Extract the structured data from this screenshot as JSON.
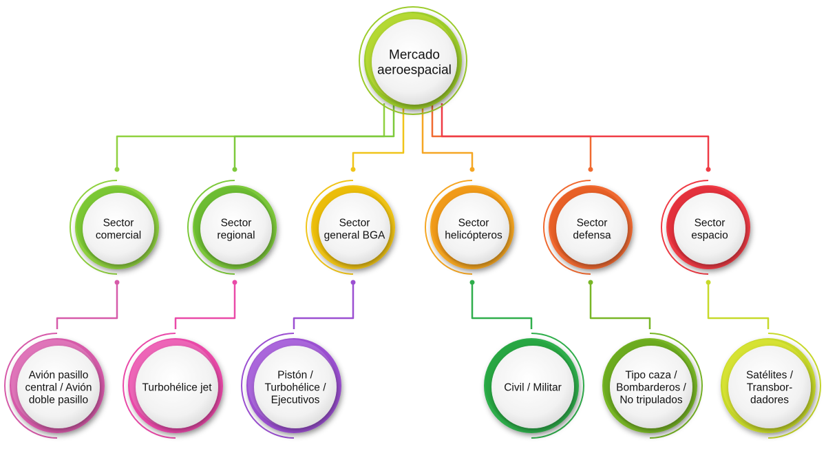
{
  "root": {
    "lines": [
      "Mercado",
      "aeroespacial"
    ],
    "color": "#9ccc2c",
    "accent": "#c8e23a"
  },
  "sectors": [
    {
      "lines": [
        "Sector",
        "comercial"
      ],
      "color": "#8fd13f",
      "accent": "#6bbf2a"
    },
    {
      "lines": [
        "Sector",
        "regional"
      ],
      "color": "#7dc93b",
      "accent": "#5fb02b"
    },
    {
      "lines": [
        "Sector",
        "general BGA"
      ],
      "color": "#f0c419",
      "accent": "#e7b800"
    },
    {
      "lines": [
        "Sector",
        "helicópteros"
      ],
      "color": "#f5a623",
      "accent": "#eb8f12"
    },
    {
      "lines": [
        "Sector",
        "defensa"
      ],
      "color": "#f06a30",
      "accent": "#e2571e"
    },
    {
      "lines": [
        "Sector",
        "espacio"
      ],
      "color": "#ef3b45",
      "accent": "#d92a35"
    }
  ],
  "leaves": [
    {
      "lines": [
        "Avión pasillo",
        "central / Avión",
        "doble pasillo"
      ],
      "color": "#d65aa9",
      "accent": "#e88bc6"
    },
    {
      "lines": [
        "Turbohélice jet"
      ],
      "color": "#e94aa8",
      "accent": "#f07cc2"
    },
    {
      "lines": [
        "Pistón /",
        "Turbohélice /",
        "Ejecutivos"
      ],
      "color": "#9b4fd1",
      "accent": "#b77ae3"
    },
    {
      "lines": [
        "Civil / Militar"
      ],
      "color": "#2fae4b",
      "accent": "#22a03d"
    },
    {
      "lines": [
        "Tipo caza /",
        "Bombarderos /",
        "No tripulados"
      ],
      "color": "#78b626",
      "accent": "#62a31a"
    },
    {
      "lines": [
        "Satélites /",
        "Transbor-",
        "dadores"
      ],
      "color": "#c7d92a",
      "accent": "#e2ea3a"
    }
  ]
}
